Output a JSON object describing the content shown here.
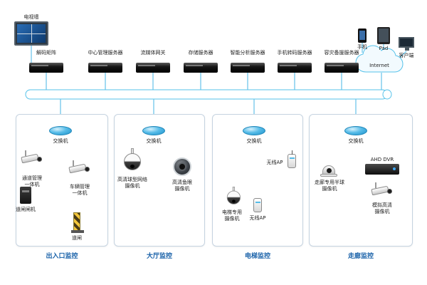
{
  "colors": {
    "line": "#45b6e6",
    "group_title": "#1760a8"
  },
  "tv_wall": {
    "label": "电视墙"
  },
  "decoder": {
    "label": "解码矩阵"
  },
  "servers": [
    "中心管理服务器",
    "流媒体网关",
    "存储服务器",
    "智能分析服务器",
    "手机转码服务器",
    "容灾备援服务器"
  ],
  "clients": {
    "phone": "手机",
    "pad": "Pad",
    "client": "客户端",
    "internet": "Internet"
  },
  "groups": [
    {
      "title": "出入口监控",
      "switch": "交换机",
      "devices": {
        "channel_cam": "通道管理一体机",
        "vehicle_cam": "车辆管理一体机",
        "gate_machine": "道闸闸机",
        "barrier": "道闸"
      }
    },
    {
      "title": "大厅监控",
      "switch": "交换机",
      "devices": {
        "ptz_cam": "高清球型网络摄像机",
        "fisheye_cam": "高清鱼眼摄像机"
      }
    },
    {
      "title": "电梯监控",
      "switch": "交换机",
      "devices": {
        "wireless_ap_top": "无线AP",
        "elevator_cam": "电梯专用摄像机",
        "wireless_ap_bottom": "无线AP"
      }
    },
    {
      "title": "走廊监控",
      "switch": "交换机",
      "devices": {
        "corridor_dome_cam": "走廊专用半球摄像机",
        "dvr": "AHD DVR",
        "analog_cam": "模拟高清摄像机"
      }
    }
  ]
}
